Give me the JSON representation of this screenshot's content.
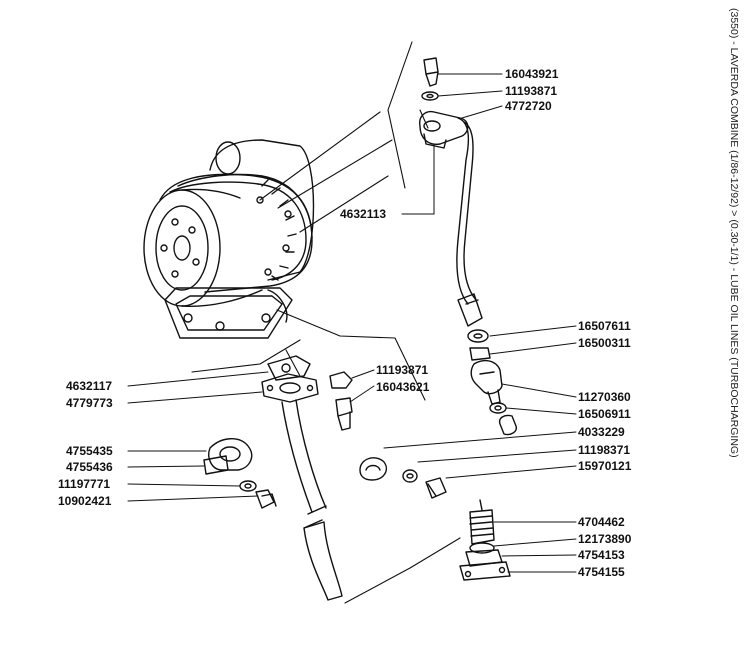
{
  "title": "(3550) - LAVERDA COMBINE (1/86-12/92) > (0.30-1/1) - LUBE OIL LINES (TURBOCHARGING)",
  "part_numbers": {
    "p16043921": "16043921",
    "p11193871_top": "11193871",
    "p4772720": "4772720",
    "p4632113": "4632113",
    "p16507611": "16507611",
    "p16500311": "16500311",
    "p4632117": "4632117",
    "p4779773": "4779773",
    "p11193871_mid": "11193871",
    "p16043621": "16043621",
    "p11270360": "11270360",
    "p16506911": "16506911",
    "p4033229": "4033229",
    "p4755435": "4755435",
    "p4755436": "4755436",
    "p11198371": "11198371",
    "p11197771": "11197771",
    "p15970121": "15970121",
    "p10902421": "10902421",
    "p4704462": "4704462",
    "p12173890": "12173890",
    "p4754153": "4754153",
    "p4754155": "4754155"
  }
}
